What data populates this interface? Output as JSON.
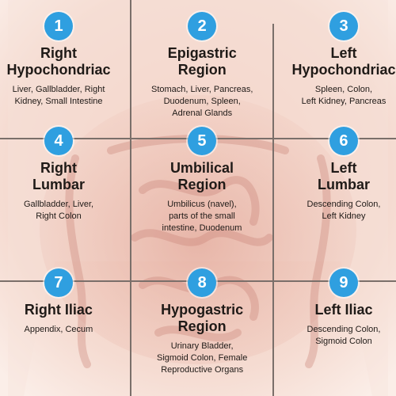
{
  "colors": {
    "badge": "#2f9fe0",
    "skin_light": "#f6ddd2",
    "skin_mid": "#e7b3a3",
    "intestine": "#d7968a",
    "grid_line": "#7a6f6a",
    "text": "#1f1a17"
  },
  "regions": [
    {
      "number": "1",
      "title": [
        "Right",
        "Hypochondriac"
      ],
      "organs": [
        "Liver, Gallbladder, Right",
        "Kidney, Small Intestine"
      ]
    },
    {
      "number": "2",
      "title": [
        "Epigastric",
        "Region"
      ],
      "organs": [
        "Stomach, Liver, Pancreas,",
        "Duodenum, Spleen,",
        "Adrenal Glands"
      ]
    },
    {
      "number": "3",
      "title": [
        "Left",
        "Hypochondriac"
      ],
      "organs": [
        "Spleen, Colon,",
        "Left Kidney, Pancreas"
      ]
    },
    {
      "number": "4",
      "title": [
        "Right",
        "Lumbar"
      ],
      "organs": [
        "Gallbladder, Liver,",
        "Right Colon"
      ]
    },
    {
      "number": "5",
      "title": [
        "Umbilical",
        "Region"
      ],
      "organs": [
        "Umbilicus (navel),",
        "parts of the small",
        "intestine, Duodenum"
      ]
    },
    {
      "number": "6",
      "title": [
        "Left",
        "Lumbar"
      ],
      "organs": [
        "Descending Colon,",
        "Left Kidney"
      ]
    },
    {
      "number": "7",
      "title": [
        "Right Iliac"
      ],
      "organs": [
        "Appendix, Cecum"
      ]
    },
    {
      "number": "8",
      "title": [
        "Hypogastric",
        "Region"
      ],
      "organs": [
        "Urinary Bladder,",
        "Sigmoid Colon, Female",
        "Reproductive Organs"
      ]
    },
    {
      "number": "9",
      "title": [
        "Left Iliac"
      ],
      "organs": [
        "Descending Colon,",
        "Sigmoid Colon"
      ]
    }
  ]
}
